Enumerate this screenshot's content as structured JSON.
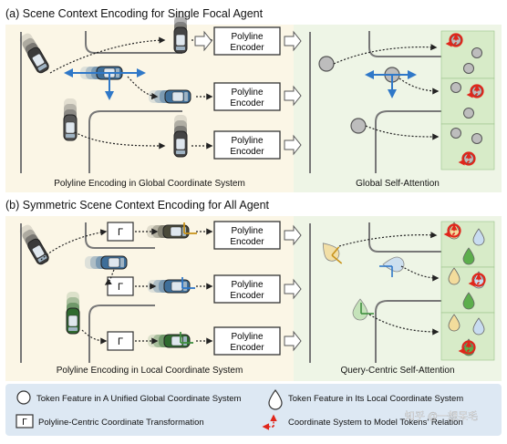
{
  "section_a": {
    "title": "(a) Scene Context Encoding for Single Focal Agent",
    "encoder_label_line1": "Polyline",
    "encoder_label_line2": "Encoder",
    "left_caption": "Polyline Encoding in Global Coordinate System",
    "right_caption": "Global Self-Attention"
  },
  "section_b": {
    "title": "(b) Symmetric Scene Context Encoding for All Agent",
    "encoder_label_line1": "Polyline",
    "encoder_label_line2": "Encoder",
    "transform_symbol": "Γ",
    "left_caption": "Polyline Encoding in Local Coordinate System",
    "right_caption": "Query-Centric Self-Attention"
  },
  "legend": {
    "global_token": "Token Feature in A Unified Global Coordinate System",
    "local_token": "Token Feature in Its Local Coordinate System",
    "transform": "Polyline-Centric Coordinate Transformation",
    "transform_symbol": "Γ",
    "relative": "Coordinate System to Model Tokens' Relation"
  },
  "watermark": "知乎 @一想呆毛",
  "colors": {
    "panel_left": "#fbf6e6",
    "panel_right": "#eef5e6",
    "legend_bg": "#dde8f3",
    "blue": "#2f78c8",
    "red": "#e0261b",
    "yellow": "#f0d68a",
    "green": "#5cae4c"
  }
}
